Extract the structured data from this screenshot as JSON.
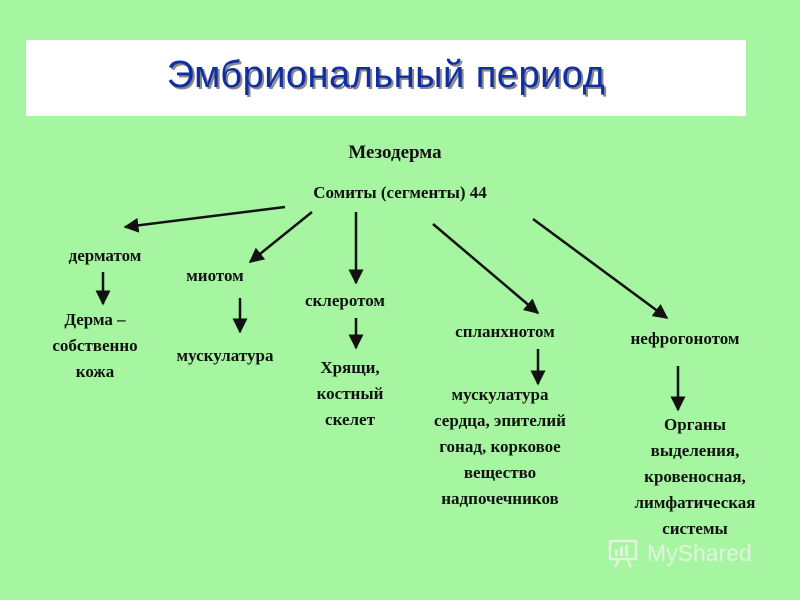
{
  "title": "Эмбриональный период",
  "root": "Мезодерма",
  "somites": "Сомиты (сегменты) 44",
  "branches": [
    {
      "name": "дерматом",
      "derivative": [
        "Дерма –",
        "собственно",
        "кожа"
      ]
    },
    {
      "name": "миотом",
      "derivative": [
        "мускулатура"
      ]
    },
    {
      "name": "склеротом",
      "derivative": [
        "Хрящи,",
        "костный",
        "скелет"
      ]
    },
    {
      "name": "спланхнотом",
      "derivative": [
        "мускулатура",
        "сердца, эпителий",
        "гонад, корковое",
        "вещество",
        "надпочечников"
      ]
    },
    {
      "name": "нефрогонотом",
      "derivative": [
        "Органы",
        "выделения,",
        "кровеносная,",
        "лимфатическая",
        "системы"
      ]
    }
  ],
  "watermark": {
    "text": "MyShared",
    "icon": "presentation-board-icon"
  }
}
